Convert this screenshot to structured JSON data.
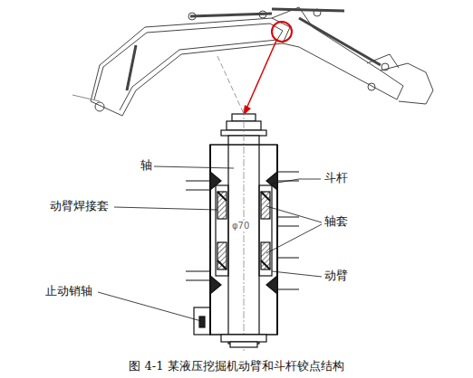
{
  "diagram": {
    "caption": "图 4-1  某液压挖掘机动臂和斗杆铰点结构",
    "labels": [
      "轴",
      "斗杆",
      "动臂焊接套",
      "轴套",
      "φ70",
      "止动销轴",
      "动臂"
    ]
  }
}
